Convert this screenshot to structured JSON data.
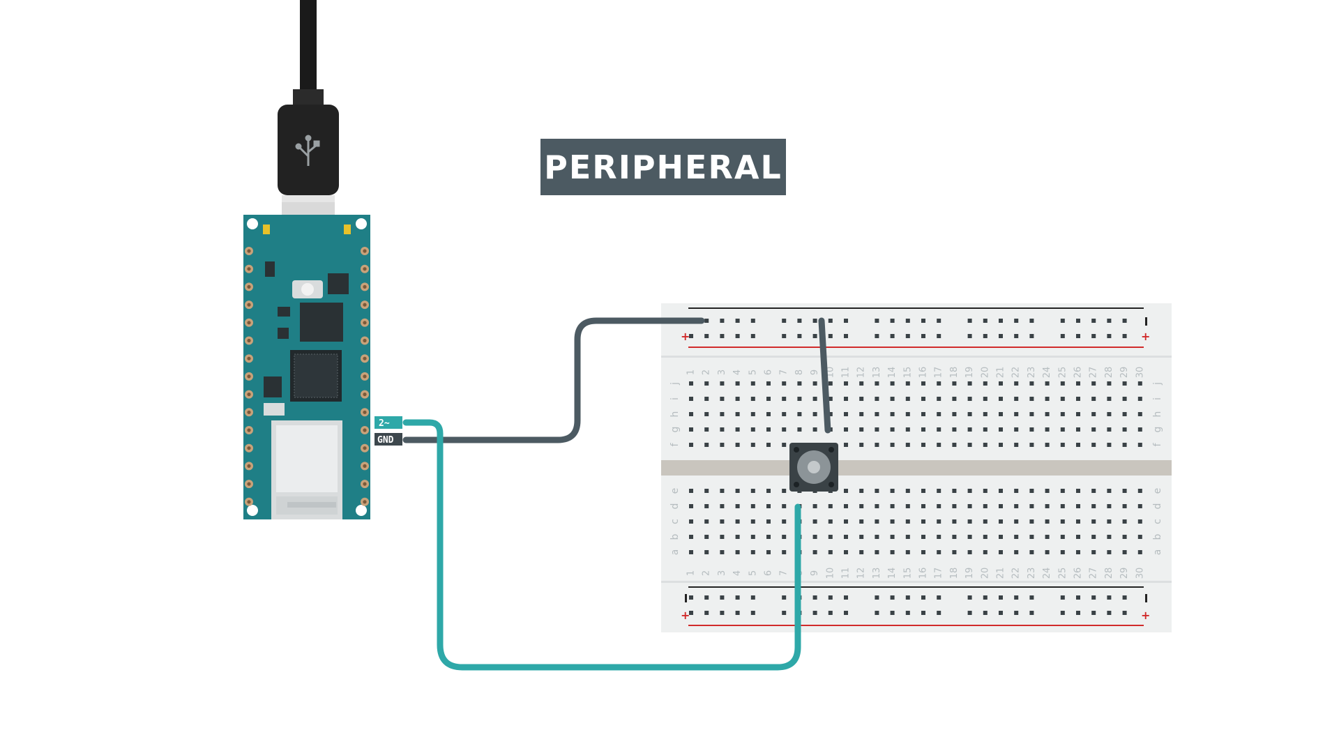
{
  "title": "PERIPHERAL",
  "board": {
    "name": "arduino-nano-board",
    "pins": [
      {
        "id": "pin-2",
        "label": "2~",
        "color": "#2ea8a8"
      },
      {
        "id": "pin-gnd",
        "label": "GND",
        "color": "#3d474d"
      }
    ]
  },
  "breadboard": {
    "column_numbers": [
      "1",
      "2",
      "3",
      "4",
      "5",
      "6",
      "7",
      "8",
      "9",
      "10",
      "11",
      "12",
      "13",
      "14",
      "15",
      "16",
      "17",
      "18",
      "19",
      "20",
      "21",
      "22",
      "23",
      "24",
      "25",
      "26",
      "27",
      "28",
      "29",
      "30"
    ],
    "top_rows": [
      "j",
      "i",
      "h",
      "g",
      "f"
    ],
    "bottom_rows": [
      "e",
      "d",
      "c",
      "b",
      "a"
    ],
    "rail_plus": "+",
    "rail_minus": "-"
  },
  "wires": [
    {
      "name": "gnd-wire",
      "color": "#4c5a62"
    },
    {
      "name": "pin2-wire",
      "color": "#2ea8a8"
    }
  ],
  "usb_icon": "usb-icon",
  "colors": {
    "title_bg": "#4c5a62",
    "board_teal": "#1f7f86",
    "rail_red": "#d12a2a",
    "breadboard_bg": "#eef0f0"
  }
}
